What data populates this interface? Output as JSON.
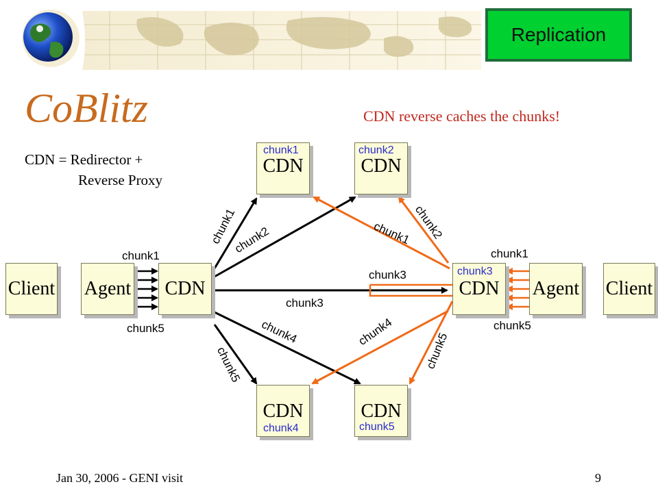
{
  "header": {
    "badge": "Replication"
  },
  "title": "CoBlitz",
  "subtitle": "CDN reverse caches the chunks!",
  "definition": {
    "line1": "CDN = Redirector +",
    "line2": "Reverse Proxy"
  },
  "nodes": {
    "client_left": "Client",
    "agent_left": "Agent",
    "cdn_left": "CDN",
    "cdn_top1": "CDN",
    "cdn_top2": "CDN",
    "cdn_right": "CDN",
    "agent_right": "Agent",
    "client_right": "Client",
    "cdn_bot1": "CDN",
    "cdn_bot2": "CDN"
  },
  "cache_tags": {
    "top1": "chunk1",
    "top2": "chunk2",
    "right": "chunk3",
    "bot1": "chunk4",
    "bot2": "chunk5"
  },
  "labels": {
    "left_chunk1": "chunk1",
    "left_chunk5": "chunk5",
    "right_chunk1": "chunk1",
    "right_chunk5": "chunk5",
    "mid_chunk3_upper": "chunk3",
    "mid_chunk3_lower": "chunk3",
    "up_chunk1": "chunk1",
    "up_chunk2": "chunk2",
    "ret_chunk1": "chunk1",
    "ret_chunk2": "chunk2",
    "down_chunk4": "chunk4",
    "down_chunk5": "chunk5",
    "ret_chunk4": "chunk4",
    "ret_chunk5": "chunk5"
  },
  "colors": {
    "request_arrow": "#000000",
    "reply_arrow": "#f06a18",
    "title": "#c86a1e",
    "subtitle": "#c0271e",
    "cache_tag": "#2a2ad0",
    "box_fill": "#fcfcd8",
    "badge": "#00d030"
  },
  "footer": {
    "left": "Jan 30, 2006 - GENI visit",
    "page": "9"
  }
}
